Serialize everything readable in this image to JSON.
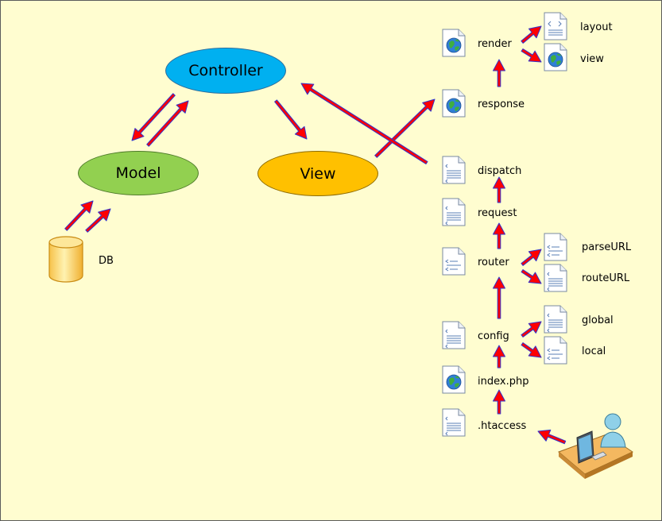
{
  "diagram": {
    "mvc": {
      "controller": "Controller",
      "model": "Model",
      "view": "View",
      "db": "DB"
    },
    "flow": {
      "htaccess": ".htaccess",
      "index": "index.php",
      "config": "config",
      "global": "global",
      "local": "local",
      "router": "router",
      "parse_url": "parseURL",
      "route_url": "routeURL",
      "request": "request",
      "dispatch": "dispatch",
      "response": "response",
      "render": "render",
      "layout": "layout",
      "view": "view"
    }
  },
  "colors": {
    "background": "#fffdd0",
    "controller": "#00b0f0",
    "model": "#92d050",
    "view": "#ffc000",
    "arrow_fill": "#ff0000",
    "arrow_outline": "#3333cc"
  },
  "icons": {
    "database": "database-icon",
    "web_page": "globe-document-icon",
    "code_file": "code-document-icon",
    "text_file": "text-document-icon",
    "user": "user-at-computer-icon"
  }
}
